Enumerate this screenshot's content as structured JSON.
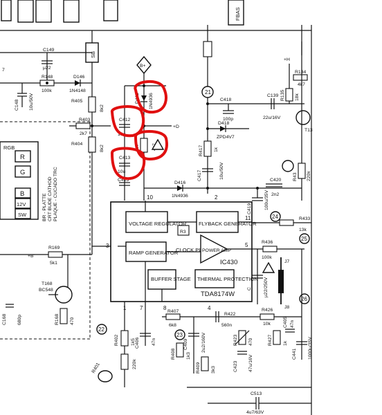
{
  "header_tabs": [
    "FBAS",
    "SB"
  ],
  "cm_box": {
    "title": "RGB",
    "keys": [
      "R",
      "G",
      "B",
      "12V",
      "SW"
    ],
    "side_text": [
      "BR - PLATTE",
      "CRT BUDE CATHOD",
      "PLAQUE - CUCADO TRC"
    ]
  },
  "blocks": {
    "voltage_regulator": "VOLTAGE REGULATOR",
    "flyback_generator": "FLYBACK GENERATOR",
    "ramp_generator": "RAMP GENERATOR",
    "clock_pulse": "CLOCK PULSE",
    "power_amp": "POWER AMP",
    "buffer_stage": "BUFFER STAGE",
    "thermal_protection": "THERMAL PROTECTION",
    "ic_name": "IC430",
    "ic_part": "TDA8174W",
    "r3": "R3"
  },
  "components": {
    "c149": "C149",
    "c149v": "μ22",
    "r148": "R148",
    "r148v": "100k",
    "d146": "D146",
    "d146v": "1N4148",
    "c148": "C148",
    "c148v": "10u/50V",
    "r405": "R405",
    "r405v": "8k2",
    "r403": "R403",
    "r403v": "2k7",
    "r404": "R404",
    "r404v": "8k2",
    "d411": "D411",
    "d411v": "1N4936",
    "c412": "C412",
    "c412v": "10u",
    "r_mid": "R",
    "r_midv": "4k7",
    "c413": "C413",
    "c413v": "10u",
    "c415": "C415",
    "plus_d": "+D",
    "b_plus": "B+",
    "n21": "21",
    "c418": "C418",
    "c418v": "100p",
    "d418": "D418",
    "d418v": "ZPD4V7",
    "r417": "R417",
    "r417v": "1k",
    "c417": "C417",
    "c417v": "10u/50V",
    "d416": "D416",
    "d416v": "1N4936",
    "c139": "C139",
    "c139v": "22u/16V",
    "r134": "R134",
    "r134v": "4k7",
    "r135": "R135",
    "r135v": "18k",
    "t": "T13",
    "h_plus": "+H",
    "c419": "C419",
    "c419v": "100u/35V",
    "c420": "C420",
    "c420v": "2n2",
    "r433": "R433",
    "r433v": "13k",
    "n24": "24",
    "n25": "25",
    "n26": "26",
    "r436": "R436",
    "r436v": "100k",
    "c": "C",
    "cv": "μ22/250V",
    "j7": "J7",
    "j8": "J8",
    "r43x": "R43",
    "r43xv": "220k",
    "r169": "R169",
    "r169v": "5k1",
    "b_plus2": "+B'",
    "t168": "T168",
    "t168v": "BC548",
    "c168": "C168",
    "c168v": "680p",
    "r168": "R168",
    "r168v": "470",
    "n22": "22",
    "r402": "R402",
    "r402v": "1k5",
    "r401": "R401",
    "r401v": "220k",
    "c406": "C406",
    "c406v": "47n",
    "r407": "R407",
    "r407v": "6k8",
    "r422": "R422",
    "r422v": "560n",
    "n23": "23",
    "c409": "C409",
    "c409v": "2u2/160V",
    "r408": "R408",
    "r408v": "1k3",
    "r409": "R409",
    "r409v": "3k3",
    "r423": "R423",
    "r423v": "470",
    "c423": "C423",
    "c423v": "47u/16V",
    "r426": "R426",
    "r426v": "10k",
    "r427": "R427",
    "r427v": "1k",
    "c405": "C405",
    "c405v": "47n",
    "c441": "C441",
    "c441v": "1000u/35V",
    "c513": "C513",
    "c513v": "4u7/63V",
    "r7": "7",
    "pins": {
      "p1": "1",
      "p2": "2",
      "p3": "3",
      "p4": "4",
      "p5": "5",
      "p7": "7",
      "p8": "8",
      "p10": "10",
      "p11": "11"
    }
  },
  "highlight_color": "#e01010"
}
